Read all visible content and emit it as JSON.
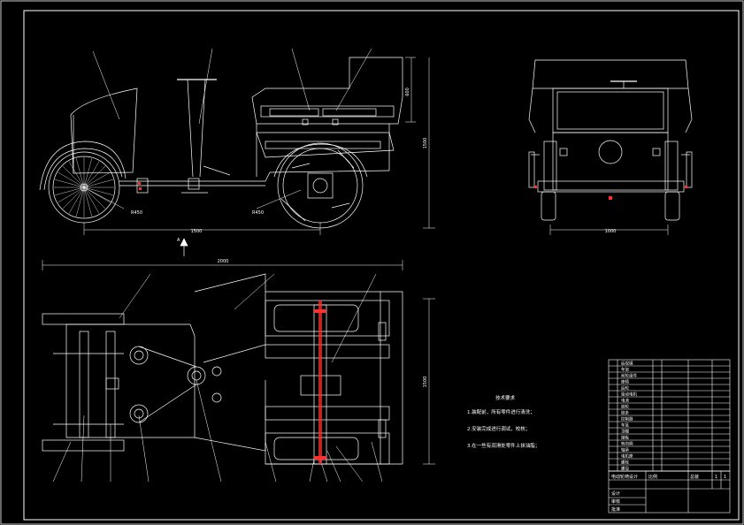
{
  "dimensions": {
    "side_length": "1500",
    "side_top_height": "600",
    "side_total_height": "1500",
    "front_width": "1000",
    "plan_length": "2000",
    "plan_width": "1500",
    "front_wheel_radius": "R450",
    "rear_wheel_radius": "R450",
    "view_arrow": "A"
  },
  "tech_requirements": {
    "title": "技术要求",
    "items": [
      "1.装配前，所有零件进行清洗；",
      "2.安装完成进行调试，校核；",
      "3.在一些有润滑处零件上抹油脂；"
    ]
  },
  "title_block": {
    "drawing_title": "电动轮椅设计",
    "scale_label": "比例",
    "view_label": "总装",
    "sheet_a": "1",
    "sheet_b": "1",
    "designer": "设计",
    "checker": "审核",
    "approver": "批准"
  },
  "parts_list": {
    "names": [
      "后视镜",
      "车架",
      "前轮组件",
      "座椅",
      "后轮",
      "驱动电机",
      "电池",
      "链轮",
      "链条",
      "控制器",
      "车篮",
      "顶棚",
      "踏板",
      "转向柄",
      "轴承",
      "电机座",
      "螺栓",
      "螺母"
    ]
  },
  "colors": {
    "line": "#ffffff",
    "dim": "#ffffff",
    "accent_red": "#ff3030",
    "background": "#000000"
  }
}
